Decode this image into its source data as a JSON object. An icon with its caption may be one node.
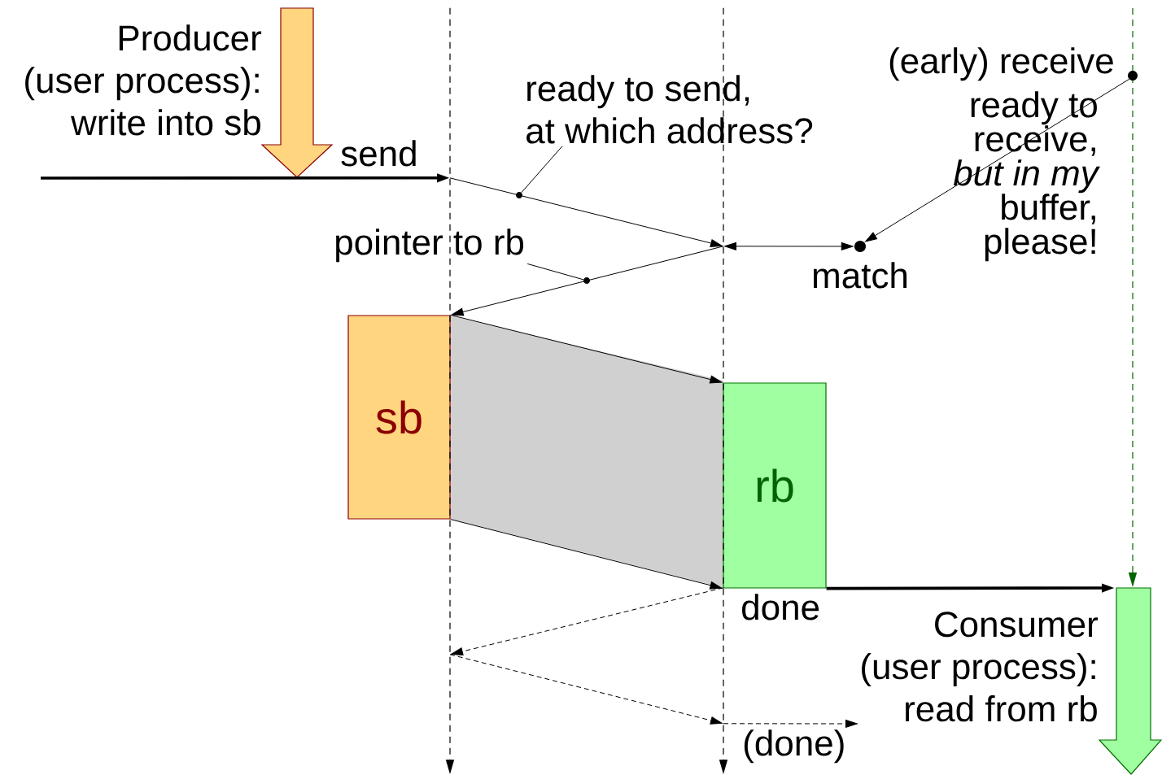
{
  "diagram": {
    "nodes": [
      {
        "text": [
          "Producer (user process): write into sb"
        ]
      },
      {
        "text": [
          "send"
        ]
      },
      {
        "text": [
          "ready to send, at which address?"
        ]
      },
      {
        "text": [
          "(early) receive"
        ]
      },
      {
        "text": [
          "ready to receive, *but in my* buffer, please!"
        ]
      },
      {
        "text": [
          "pointer to rb"
        ]
      },
      {
        "text": [
          "match"
        ]
      },
      {
        "text": [
          "sb"
        ]
      },
      {
        "text": [
          "rb"
        ]
      },
      {
        "text": [
          "done"
        ]
      },
      {
        "text": [
          "Consumer (user process): read from rb"
        ]
      },
      {
        "text": [
          "(done)"
        ]
      },
      {
        "text": [],
        "shape": "dot"
      },
      {
        "text": [],
        "shape": "dot"
      },
      {
        "text": [],
        "shape": "dot"
      },
      {
        "text": [],
        "shape": "dot"
      },
      {
        "text": [],
        "shape": "line"
      },
      {
        "text": [],
        "shape": "line"
      }
    ],
    "edges": [
      {
        "from": null,
        "to": 16,
        "arrow": "to",
        "style": "thick"
      },
      {
        "from": 16,
        "to": 17,
        "arrow": "to"
      },
      {
        "from": 2,
        "to": 12,
        "arrow": "none"
      },
      {
        "from": 17,
        "to": 7,
        "arrow": "to"
      },
      {
        "from": 5,
        "to": 13,
        "arrow": "none"
      },
      {
        "from": 17,
        "to": 14,
        "arrow": "both"
      },
      {
        "from": 15,
        "to": 14,
        "arrow": "to"
      },
      {
        "from": 7,
        "to": 8,
        "arrow": "to"
      },
      {
        "from": 7,
        "to": 8,
        "arrow": "to"
      },
      {
        "from": 8,
        "to": 10,
        "arrow": "to",
        "style": "thick"
      },
      {
        "from": 17,
        "to": 16,
        "arrow": "to",
        "style": "dashed"
      },
      {
        "from": 16,
        "to": 17,
        "arrow": "to",
        "style": "dashed"
      },
      {
        "from": 17,
        "to": 11,
        "arrow": "to",
        "style": "dashed"
      }
    ]
  }
}
